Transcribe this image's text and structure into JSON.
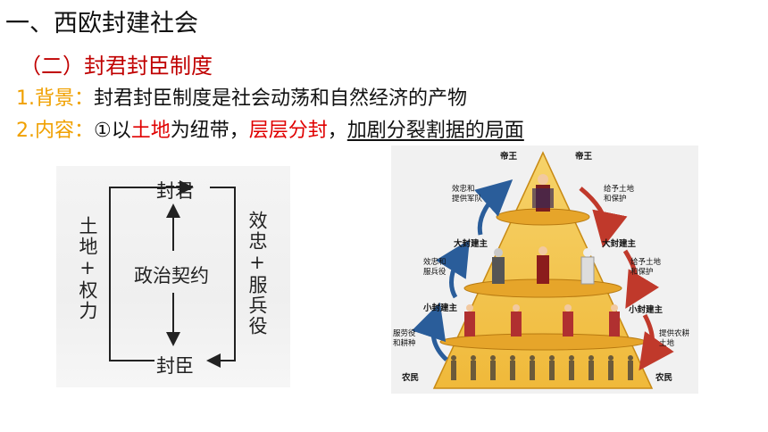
{
  "header": {
    "title": "一、西欧封建社会",
    "subtitle": "（二）封君封臣制度"
  },
  "content": {
    "line1_prefix": "1.背景：",
    "line1_text": "封君封臣制度是社会动荡和自然经济的产物",
    "line2_prefix": "2.内容：",
    "line2_part1": "①以",
    "line2_part2": "土地",
    "line2_part3": "为纽带，",
    "line2_part4": "层层分封",
    "line2_part5": "，",
    "line2_part6": "加剧分裂割据的局面"
  },
  "diagram_left": {
    "top": "封君",
    "center": "政治契约",
    "bottom": "封臣",
    "left_side": "土地+权力",
    "right_side": "效忠+服兵役"
  },
  "diagram_right": {
    "king_left": "帝王",
    "king_right": "帝王",
    "big_lord_left": "大封建主",
    "big_lord_right": "大封建主",
    "small_lord_left": "小封建主",
    "small_lord_right": "小封建主",
    "peasant_left": "农民",
    "peasant_right": "农民",
    "arrow1_left": "效忠和\n提供军队",
    "arrow2_left": "效忠和\n服兵役",
    "arrow3_left": "服劳役\n和耕种",
    "arrow1_right": "给予土地\n和保护",
    "arrow2_right": "给予土地\n和保护",
    "arrow3_right": "提供农耕\n土地"
  },
  "colors": {
    "accent_red": "#e00000",
    "accent_orange": "#f0a000",
    "pyramid_fill": "#f3c34a",
    "arrow_blue": "#2a5d9a",
    "arrow_red": "#c0392b"
  }
}
